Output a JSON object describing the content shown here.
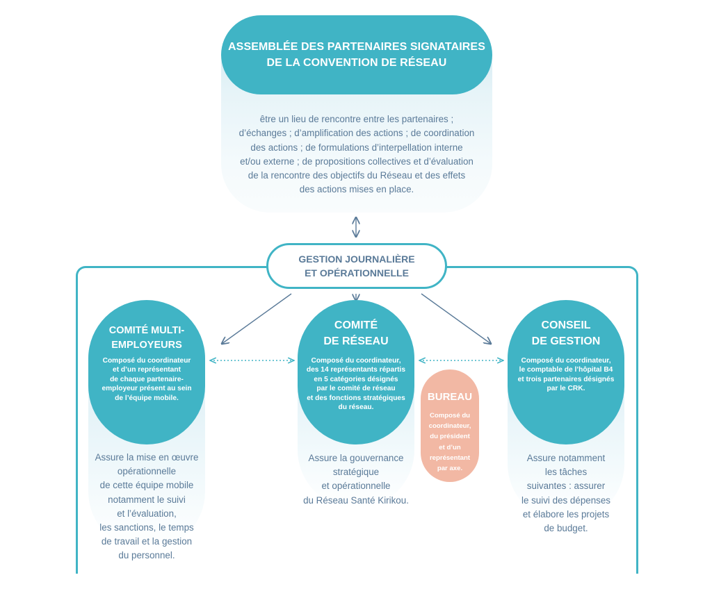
{
  "colors": {
    "teal": "#40b4c5",
    "slate_text": "#5a7a98",
    "bureau_salmon": "#f2b8a4",
    "arrow": "#5a7a98",
    "dotted_arrow": "#40b4c5"
  },
  "assembly": {
    "title_lines": [
      "ASSEMBLÉE DES PARTENAIRES SIGNATAIRES",
      "DE LA CONVENTION DE RÉSEAU"
    ],
    "description_lines": [
      "être un lieu de rencontre entre les partenaires ;",
      "d’échanges ; d’amplification des actions ; de coordination",
      "des actions ; de formulations d’interpellation interne",
      "et/ou externe ; de propositions collectives et d’évaluation",
      "de la rencontre des objectifs du Réseau et des effets",
      "des actions mises en place."
    ]
  },
  "gestion": {
    "title_lines": [
      "GESTION JOURNALIÈRE",
      "ET OPÉRATIONNELLE"
    ]
  },
  "committees": {
    "multi": {
      "title_lines": [
        "COMITÉ MULTI-",
        "EMPLOYEURS"
      ],
      "description_lines": [
        "Composé du coordinateur",
        "et d’un représentant",
        "de chaque partenaire-",
        "employeur présent au sein",
        "de l’équipe mobile."
      ],
      "role_lines": [
        "Assure la mise en œuvre",
        "opérationnelle",
        "de cette équipe mobile",
        "notamment le suivi",
        "et l’évaluation,",
        "les sanctions, le temps",
        "de travail et la gestion",
        "du personnel."
      ]
    },
    "reseau": {
      "title_lines": [
        "COMITÉ",
        "DE RÉSEAU"
      ],
      "description_lines": [
        "Composé du coordinateur,",
        "des 14 représentants répartis",
        "en 5 catégories désignés",
        "par le comité de réseau",
        "et des fonctions stratégiques",
        "du réseau."
      ],
      "role_lines": [
        "Assure la gouvernance",
        "stratégique",
        "et opérationnelle",
        "du Réseau Santé Kirikou."
      ]
    },
    "conseil": {
      "title_lines": [
        "CONSEIL",
        "DE GESTION"
      ],
      "description_lines": [
        "Composé du coordinateur,",
        "le comptable de l’hôpital B4",
        "et trois partenaires désignés",
        "par le CRK."
      ],
      "role_lines": [
        "Assure notamment",
        "les tâches",
        "suivantes : assurer",
        "le suivi des dépenses",
        "et élabore les projets",
        "de budget."
      ]
    }
  },
  "bureau": {
    "title": "BUREAU",
    "description_lines": [
      "Composé du",
      "coordinateur,",
      "du président",
      "et d’un",
      "représentant",
      "par axe."
    ]
  }
}
